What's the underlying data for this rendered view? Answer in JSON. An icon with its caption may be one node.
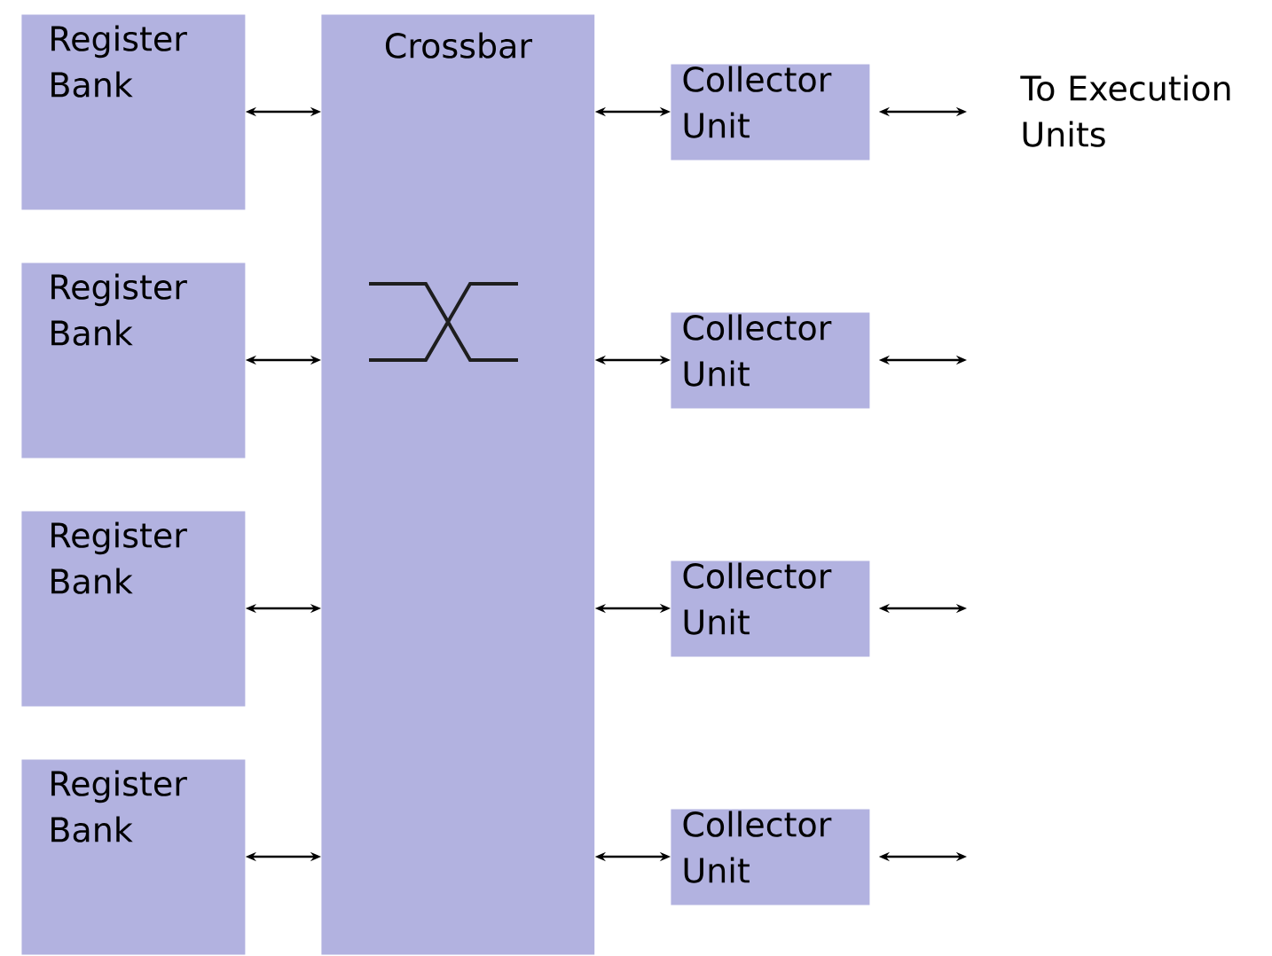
{
  "diagram": {
    "nodes": [
      {
        "text": [
          "Register Bank"
        ]
      },
      {
        "text": [
          "Register Bank"
        ]
      },
      {
        "text": [
          "Register Bank"
        ]
      },
      {
        "text": [
          "Register Bank"
        ]
      },
      {
        "text": [
          "Crossbar"
        ]
      },
      {
        "text": [
          "Collector Unit"
        ]
      },
      {
        "text": [
          "Collector Unit"
        ]
      },
      {
        "text": [
          "Collector Unit"
        ]
      },
      {
        "text": [
          "Collector Unit"
        ]
      }
    ],
    "edges": [
      {
        "from": 0,
        "to": 4,
        "arrow": "both"
      },
      {
        "from": 1,
        "to": 4,
        "arrow": "both"
      },
      {
        "from": 2,
        "to": 4,
        "arrow": "both"
      },
      {
        "from": 3,
        "to": 4,
        "arrow": "both"
      },
      {
        "from": 4,
        "to": 5,
        "arrow": "both"
      },
      {
        "from": 4,
        "to": 6,
        "arrow": "both"
      },
      {
        "from": 4,
        "to": 7,
        "arrow": "both"
      },
      {
        "from": 4,
        "to": 8,
        "arrow": "both"
      },
      {
        "from": 5,
        "to": null,
        "arrow": "both"
      },
      {
        "from": 6,
        "to": null,
        "arrow": "both"
      },
      {
        "from": 7,
        "to": null,
        "arrow": "both"
      },
      {
        "from": 8,
        "to": null,
        "arrow": "both"
      }
    ],
    "labels": [
      "To Execution Units"
    ]
  }
}
